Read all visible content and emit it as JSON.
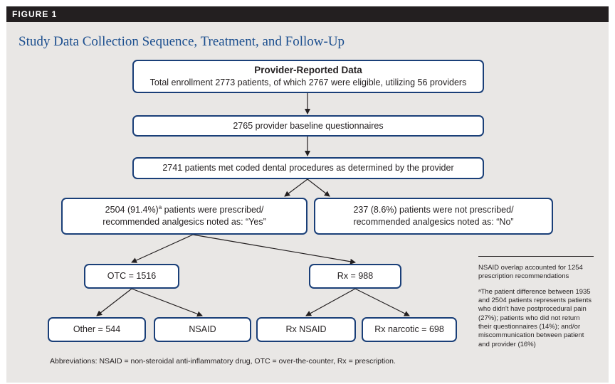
{
  "figure_label": "FIGURE 1",
  "title": "Study Data Collection Sequence, Treatment, and Follow-Up",
  "nodes": {
    "provider": {
      "heading": "Provider-Reported Data",
      "text": "Total enrollment 2773 patients, of which 2767 were eligible, utilizing 56 providers"
    },
    "baseline": {
      "text": "2765 provider baseline questionnaires"
    },
    "coded": {
      "text": "2741 patients met coded dental procedures as determined by the provider"
    },
    "prescribed": {
      "line1_pre": "2504 (91.4%)",
      "line1_sup": "a",
      "line1_post": " patients were prescribed/",
      "line2": "recommended analgesics noted as: “Yes”"
    },
    "not_prescribed": {
      "line1": "237 (8.6%) patients were not prescribed/",
      "line2": "recommended analgesics noted as: “No”"
    },
    "otc": {
      "text": "OTC = 1516"
    },
    "rx": {
      "text": "Rx = 988"
    },
    "other": {
      "text": "Other = 544"
    },
    "nsaid": {
      "text": "NSAID"
    },
    "rx_nsaid": {
      "text": "Rx NSAID"
    },
    "rx_narcotic": {
      "text": "Rx narcotic = 698"
    }
  },
  "side_note": {
    "overlap": "NSAID overlap accounted for 1254 prescription recommendations",
    "footnote": "ᵃThe patient difference between 1935 and 2504 patients represents patients who didn't have postprocedural pain (27%); patients who did not return their questionnaires (14%); and/or miscommunication between patient and provider (16%)"
  },
  "abbreviations": "Abbreviations: NSAID = non-steroidal anti-inflammatory drug, OTC = over-the-counter, Rx = prescription.",
  "colors": {
    "header_bar": "#231f20",
    "panel_bg": "#e9e7e5",
    "box_border": "#1a3f78",
    "title": "#1c4f8f",
    "line": "#231f20"
  }
}
